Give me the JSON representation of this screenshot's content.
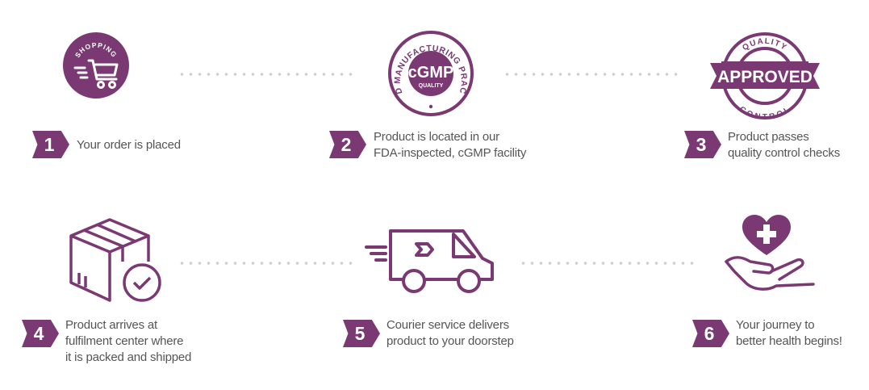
{
  "accent_color": "#7b3973",
  "steps": [
    {
      "number": "1",
      "icon": "shopping-cart-icon",
      "icon_label": "SHOPPING",
      "lines": [
        "Your order is placed"
      ]
    },
    {
      "number": "2",
      "icon": "cgmp-seal-icon",
      "icon_label": "cGMP",
      "icon_sublabel": "QUALITY",
      "icon_ring": "GOOD MANUFACTURING PRACTICE",
      "lines": [
        "Product is located in our",
        "FDA-inspected, cGMP facility"
      ]
    },
    {
      "number": "3",
      "icon": "approved-stamp-icon",
      "icon_label": "APPROVED",
      "icon_top": "QUALITY",
      "icon_bottom": "CONTROL",
      "lines": [
        "Product passes",
        "quality control checks"
      ]
    },
    {
      "number": "4",
      "icon": "package-check-icon",
      "lines": [
        "Product arrives at",
        "fulfilment center where",
        "it is packed and shipped"
      ]
    },
    {
      "number": "5",
      "icon": "delivery-van-icon",
      "lines": [
        "Courier service delivers",
        "product to your doorstep"
      ]
    },
    {
      "number": "6",
      "icon": "heart-hand-icon",
      "lines": [
        "Your journey to",
        "better health begins!"
      ]
    }
  ]
}
